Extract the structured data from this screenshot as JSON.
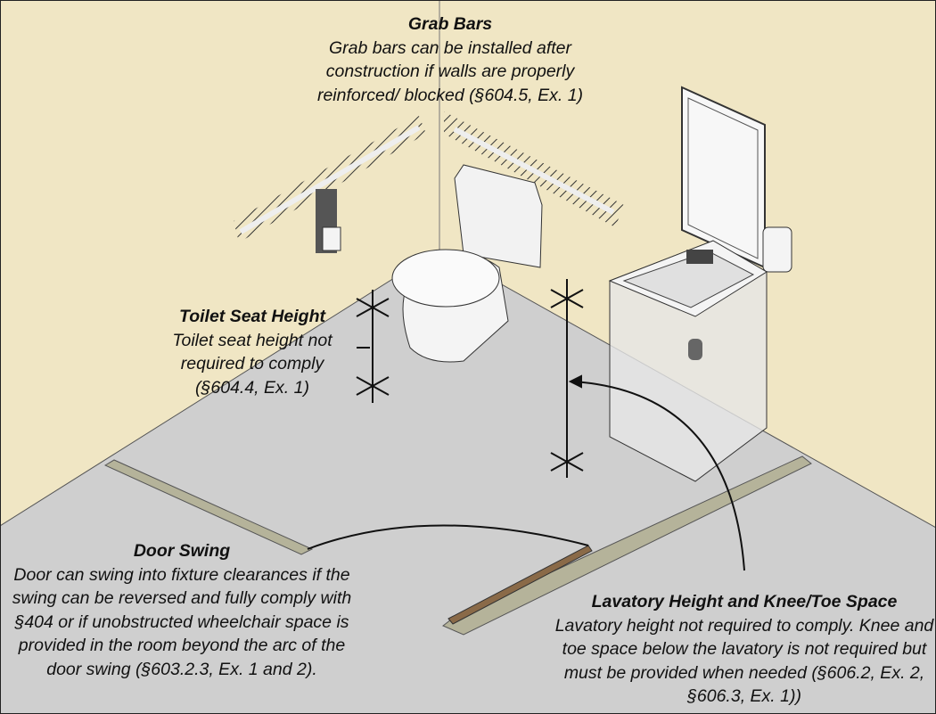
{
  "colors": {
    "wall": "#f0e6c4",
    "floor": "#cfcfcf",
    "strip": "#b5b39a",
    "door": "#8a6a48",
    "border": "#222222"
  },
  "callouts": {
    "grab_bars": {
      "title": "Grab Bars",
      "body": "Grab bars can be installed after construction if walls are properly reinforced/ blocked (§604.5, Ex. 1)"
    },
    "toilet_seat": {
      "title": "Toilet Seat Height",
      "body": "Toilet seat height not required to comply (§604.4, Ex. 1)"
    },
    "door_swing": {
      "title": "Door Swing",
      "body": "Door can swing into fixture clearances if the swing can be reversed and fully comply with §404 or if unobstructed wheelchair space is provided in the room beyond the arc of the door swing (§603.2.3, Ex. 1 and 2)."
    },
    "lavatory": {
      "title": "Lavatory Height and Knee/Toe Space",
      "body": "Lavatory height not required to comply. Knee and toe space below the lavatory is not required but must be provided when needed (§606.2, Ex. 2, §606.3, Ex. 1))"
    }
  }
}
